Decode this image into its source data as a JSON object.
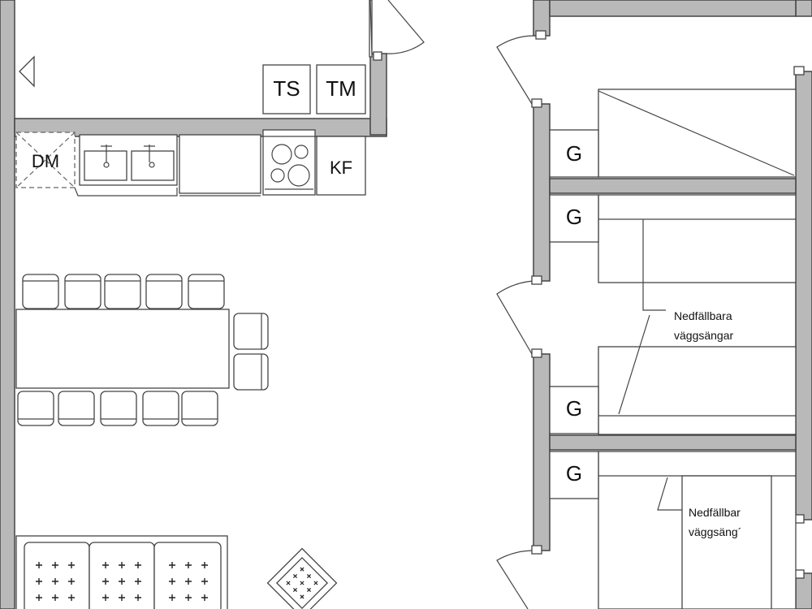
{
  "appliances": {
    "ts": "TS",
    "tm": "TM",
    "kf": "KF",
    "dm": "DM"
  },
  "closets": {
    "g1": "G",
    "g2": "G",
    "g3": "G",
    "g4": "G"
  },
  "annotations": {
    "bunks_line1": "Nedfällbara",
    "bunks_line2": "väggsängar",
    "bunk_line1": "Nedfällbar",
    "bunk_line2": "väggsäng´"
  }
}
